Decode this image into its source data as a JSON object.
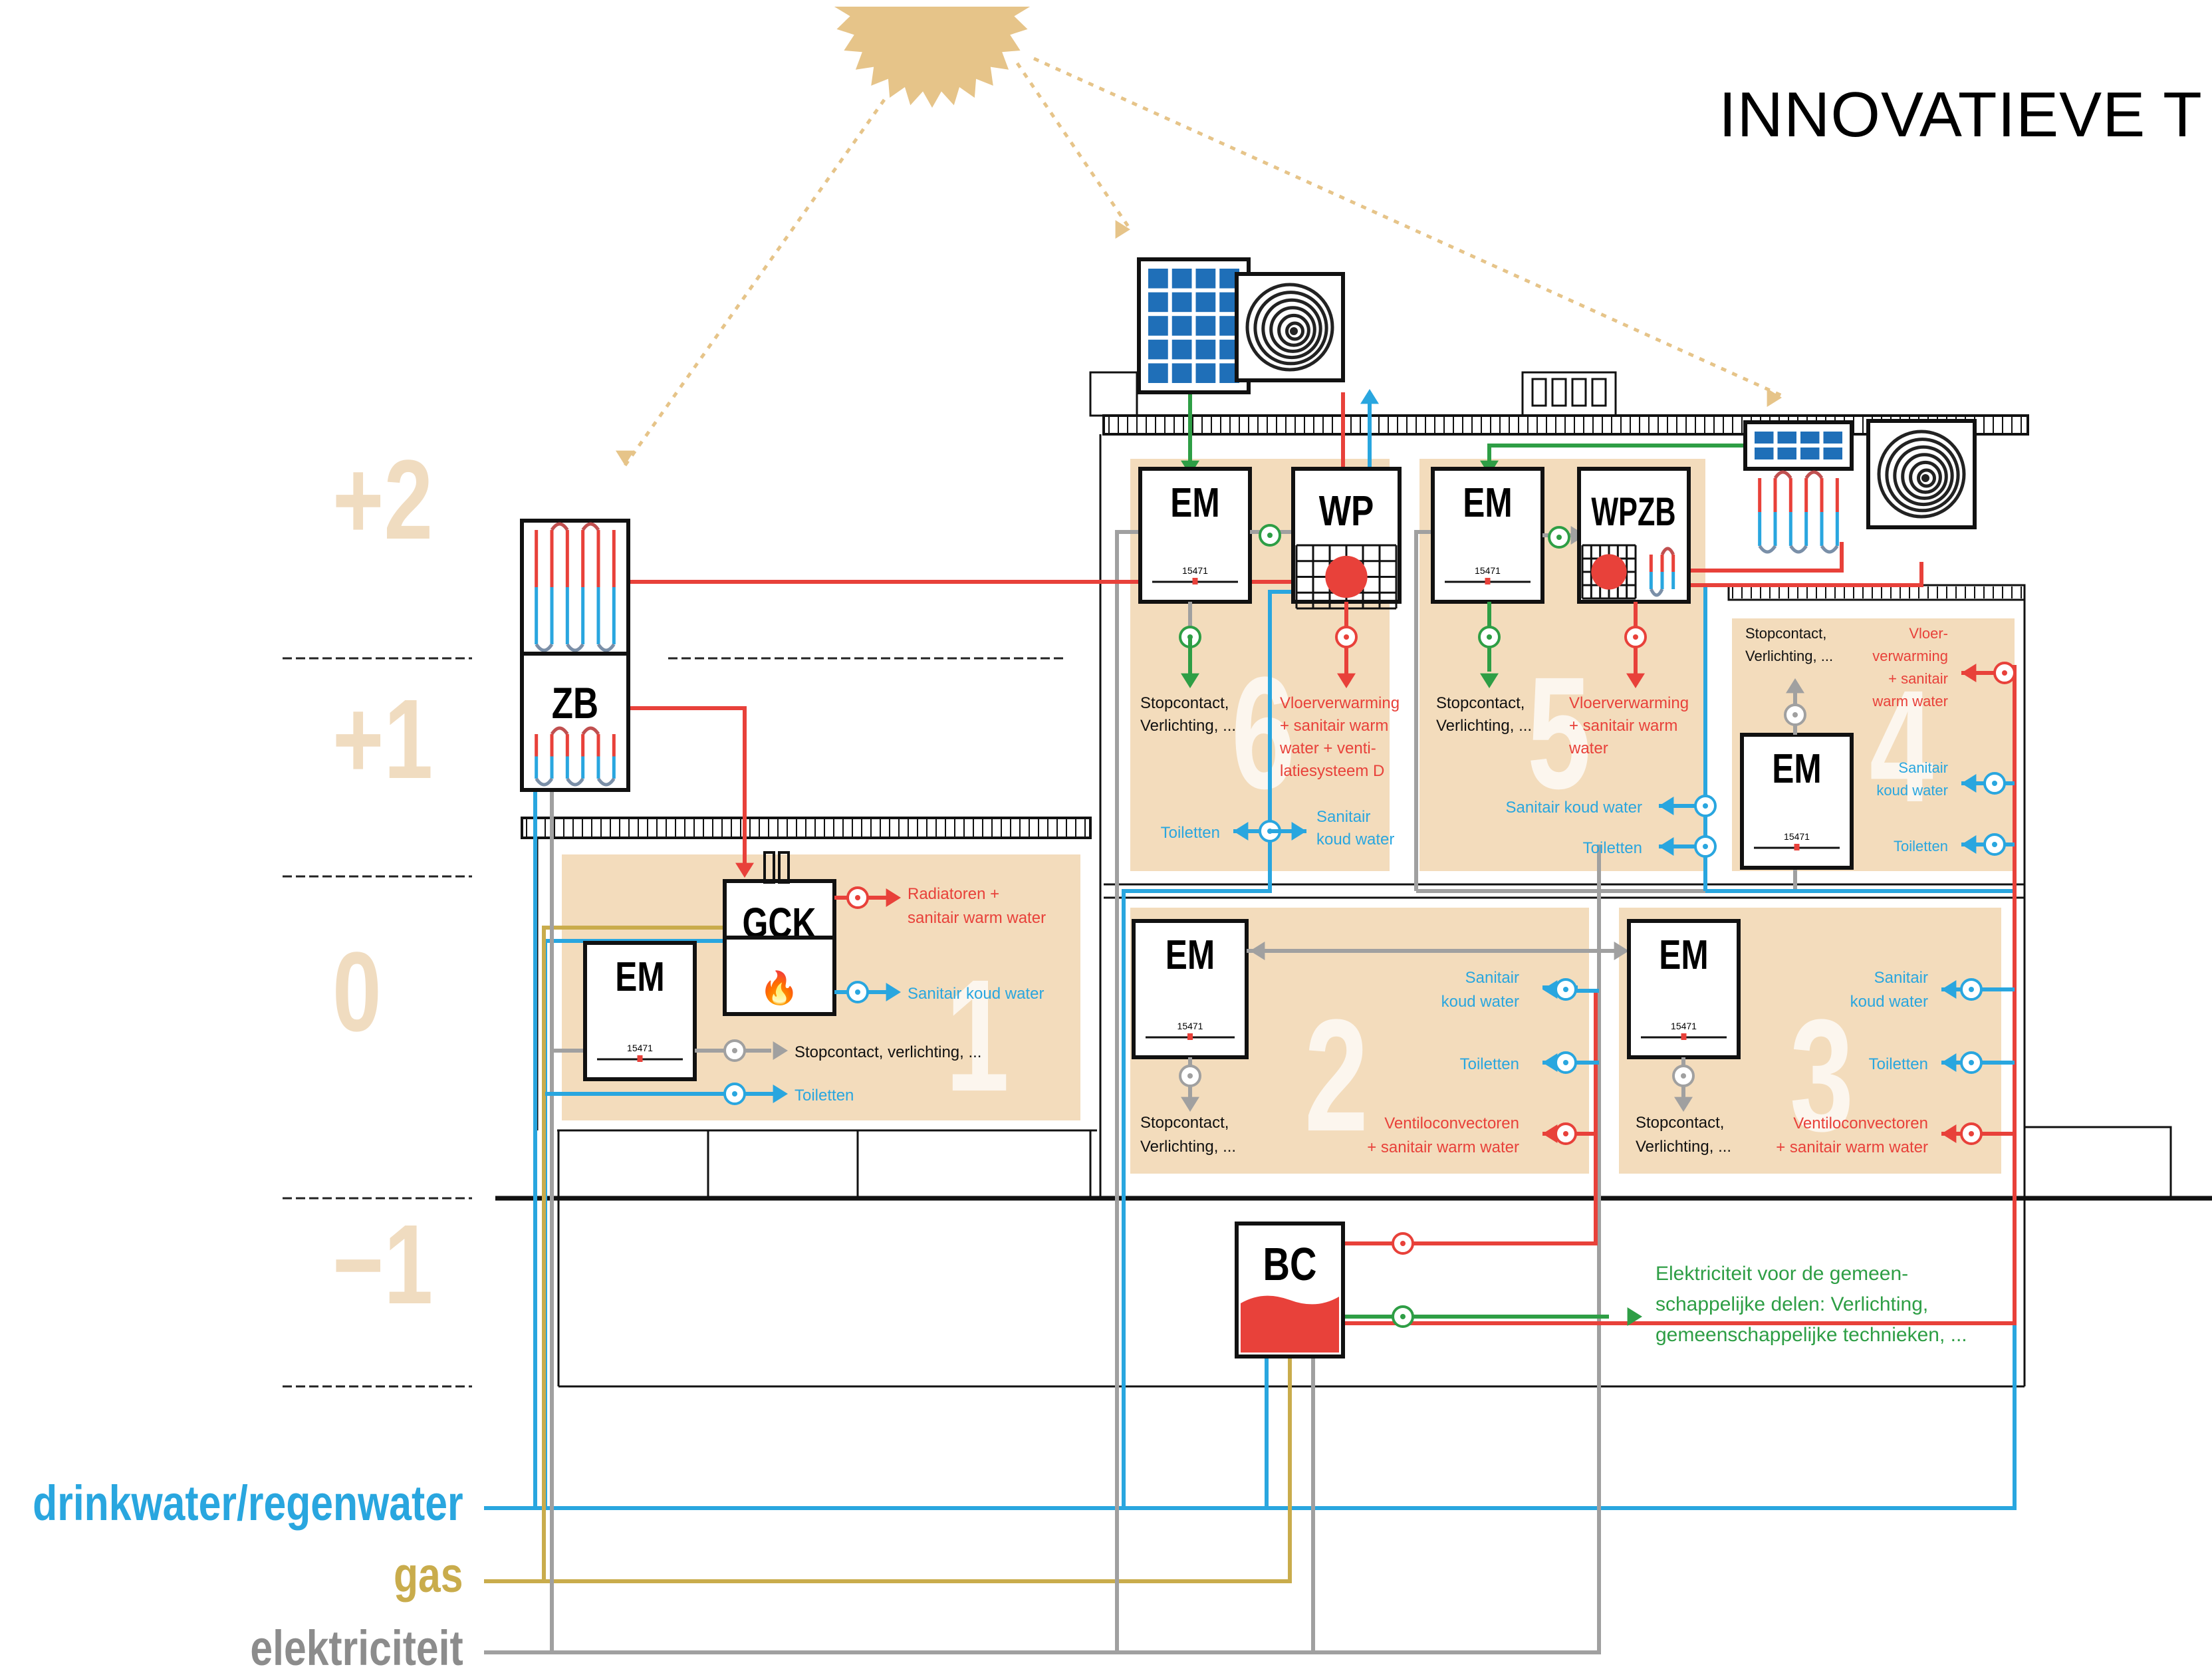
{
  "title": "INNOVATIEVE T",
  "levels": [
    "+2",
    "+1",
    "0",
    "−1"
  ],
  "units": {
    "zb": "ZB",
    "gck": "GCK",
    "bc": "BC",
    "wp": "WP",
    "wpzb": "WPZB",
    "em": "EM",
    "meter_reading": "15471"
  },
  "zones": [
    "1",
    "2",
    "3",
    "4",
    "5",
    "6"
  ],
  "labels": {
    "radiatoren": [
      "Radiatoren +",
      "sanitair warm water"
    ],
    "sanitair_koud_1": "Sanitair koud water",
    "stopcontact_1": "Stopcontact, verlichting, ...",
    "toiletten_1": "Toiletten",
    "stopcontact_2": [
      "Stopcontact,",
      "Verlichting, ..."
    ],
    "sanitair_koud_2": [
      "Sanitair",
      "koud water"
    ],
    "toiletten_2": "Toiletten",
    "ventilo_2": [
      "Ventiloconvectoren",
      "+ sanitair warm water"
    ],
    "stopcontact_3": [
      "Stopcontact,",
      "Verlichting, ..."
    ],
    "sanitair_koud_3": [
      "Sanitair",
      "koud water"
    ],
    "toiletten_3": "Toiletten",
    "ventilo_3": [
      "Ventiloconvectoren",
      "+ sanitair warm water"
    ],
    "stopcontact_6": [
      "Stopcontact,",
      "Verlichting, ..."
    ],
    "vloer_6": [
      "Vloerverwarming",
      "+ sanitair warm",
      "water + venti-",
      "latiesysteem D"
    ],
    "toiletten_6": "Toiletten",
    "sanitair_koud_6": [
      "Sanitair",
      "koud water"
    ],
    "stopcontact_5": [
      "Stopcontact,",
      "Verlichting, ..."
    ],
    "vloer_5": [
      "Vloerverwarming",
      "+ sanitair warm",
      "water"
    ],
    "sanitair_koud_5": "Sanitair koud water",
    "toiletten_5": "Toiletten",
    "stopcontact_4": [
      "Stopcontact,",
      "Verlichting, ..."
    ],
    "vloer_4": [
      "Vloer-",
      "verwarming",
      "+ sanitair",
      "warm water"
    ],
    "sanitair_koud_4": [
      "Sanitair",
      "koud water"
    ],
    "toiletten_4": "Toiletten",
    "gemeen": [
      "Elektriciteit voor de gemeen-",
      "schappelijke delen: Verlichting,",
      "gemeenschappelijke technieken, ..."
    ]
  },
  "legend": {
    "water": "drinkwater/regenwater",
    "gas": "gas",
    "elec": "elektriciteit"
  },
  "colors": {
    "water": "#29a6df",
    "gas": "#c9ac4c",
    "elec": "#a0a0a0",
    "hot": "#e8413a",
    "green": "#2e9e45",
    "zone_fill": "#f3dcbc",
    "level_text": "#f0dcc0",
    "sun": "#e6c489",
    "panel_blue": "#1f6fb8"
  }
}
